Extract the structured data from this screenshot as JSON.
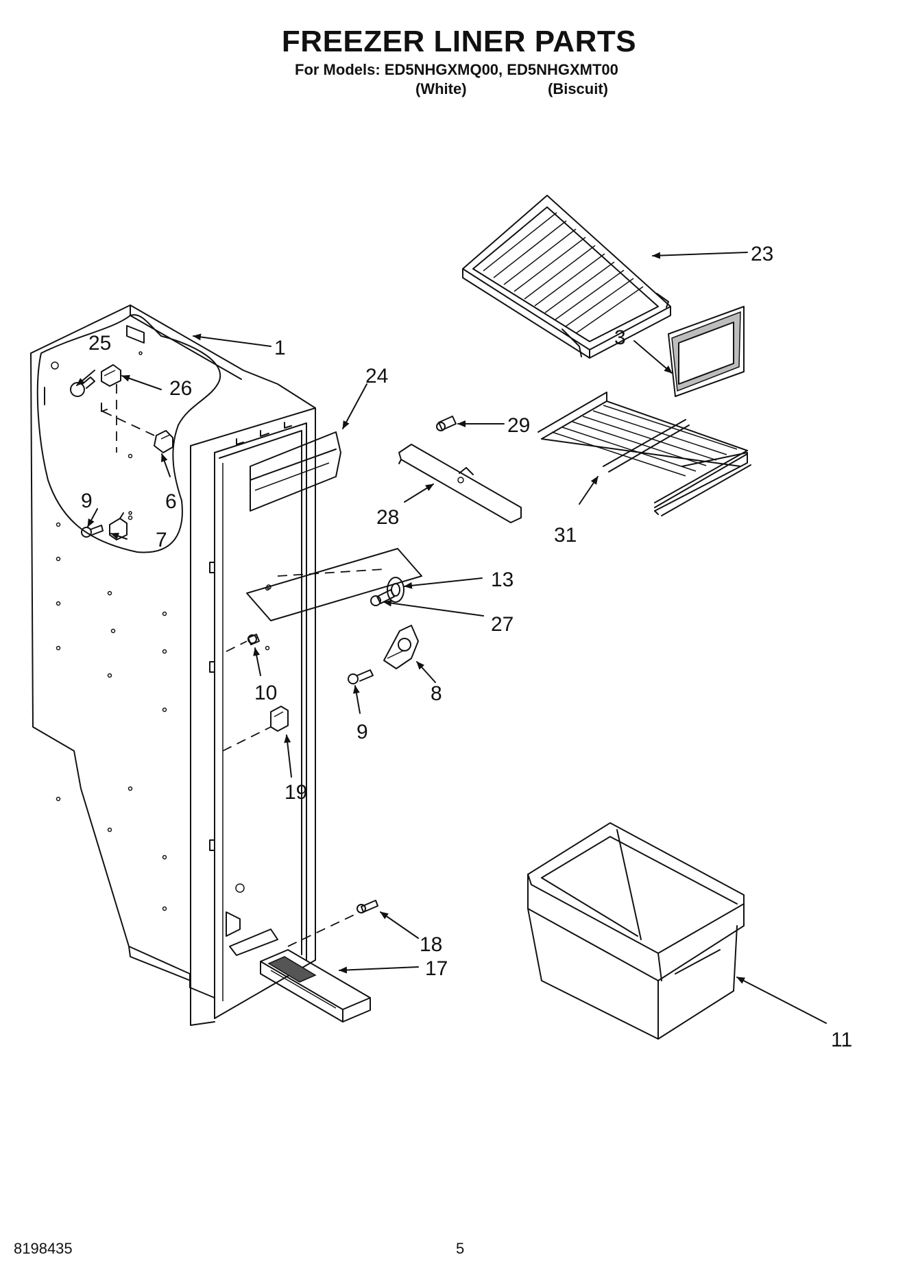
{
  "header": {
    "title": "FREEZER LINER PARTS",
    "models_line": "For Models: ED5NHGXMQ00, ED5NHGXMT00",
    "variant_white": "(White)",
    "variant_biscuit": "(Biscuit)"
  },
  "footer": {
    "doc_number": "8198435",
    "page_number": "5"
  },
  "callouts": {
    "c1": "1",
    "c3": "3",
    "c6": "6",
    "c7": "7",
    "c8": "8",
    "c9a": "9",
    "c9b": "9",
    "c10": "10",
    "c11": "11",
    "c13": "13",
    "c17": "17",
    "c18": "18",
    "c19": "19",
    "c23": "23",
    "c24": "24",
    "c25": "25",
    "c26": "26",
    "c27": "27",
    "c28": "28",
    "c29": "29",
    "c31": "31"
  }
}
